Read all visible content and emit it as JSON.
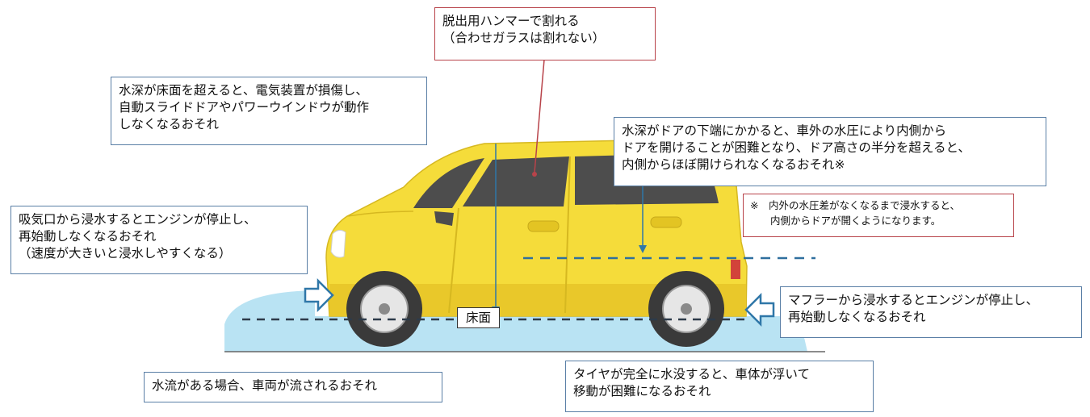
{
  "callouts": {
    "hammer": [
      "脱出用ハンマーで割れる",
      "（合わせガラスは割れない）"
    ],
    "electrical": [
      "水深が床面を超えると、電気装置が損傷し、",
      "自動スライドドアやパワーウインドウが動作",
      "しなくなるおそれ"
    ],
    "door": [
      "水深がドアの下端にかかると、車外の水圧により内側から",
      "ドアを開けることが困難となり、ドア高さの半分を超えると、",
      "内側からほぼ開けられなくなるおそれ※"
    ],
    "note": [
      "※　内外の水圧差がなくなるまで浸水すると、",
      "　　内側からドアが開くようになります。"
    ],
    "intake": [
      "吸気口から浸水するとエンジンが停止し、",
      "再始動しなくなるおそれ",
      "（速度が大きいと浸水しやすくなる）"
    ],
    "muffler": [
      "マフラーから浸水するとエンジンが停止し、",
      "再始動しなくなるおそれ"
    ],
    "current": [
      "水流がある場合、車両が流されるおそれ"
    ],
    "tire": [
      "タイヤが完全に水没すると、車体が浮いて",
      "移動が困難になるおそれ"
    ]
  },
  "floor_label": "床面",
  "colors": {
    "car_body": "#f5dc3a",
    "car_shadow": "#e9c82a",
    "window": "#4d4d4d",
    "water": "#b9e3f3",
    "box_border": "#5a7fa6",
    "note_border": "#b8434a",
    "pointer_line": "#2f77a8",
    "arrow_fill": "#2f77a8"
  }
}
